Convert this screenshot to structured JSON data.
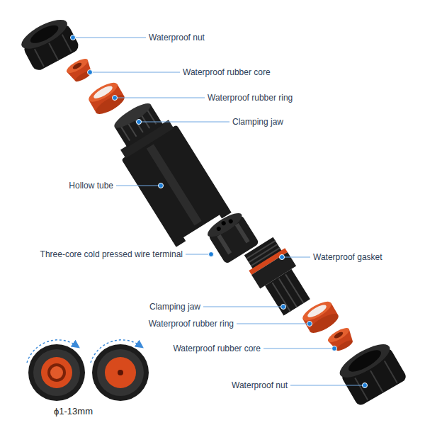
{
  "diagram": {
    "labels": [
      "Waterproof nut",
      "Waterproof rubber core",
      "Waterproof rubber ring",
      "Clamping jaw",
      "Hollow tube",
      "Three-core cold pressed wire terminal",
      "Waterproof gasket",
      "Clamping jaw",
      "Waterproof rubber ring",
      "Waterproof rubber core",
      "Waterproof nut",
      "ϕ1-13mm"
    ]
  }
}
